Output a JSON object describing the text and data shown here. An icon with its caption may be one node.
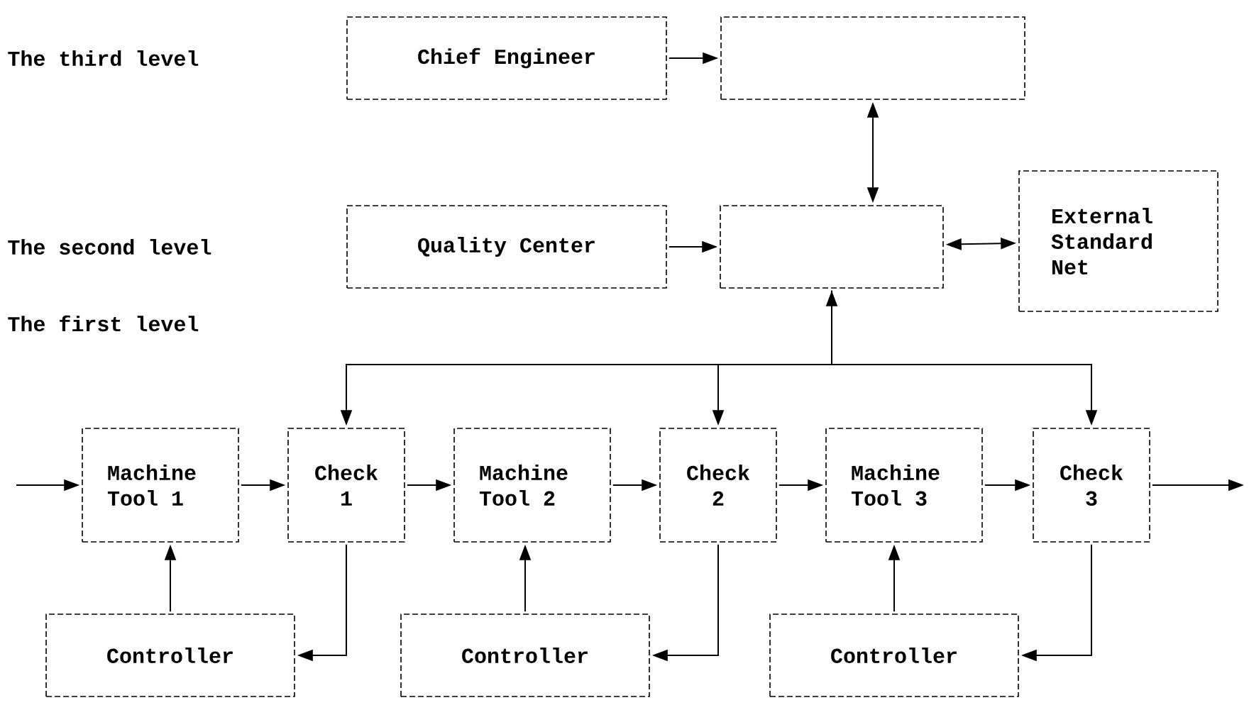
{
  "diagram": {
    "nodes": [
      {
        "text": [
          "Chief Engineer"
        ]
      },
      {
        "text": [],
        "shape": "box"
      },
      {
        "text": [
          "Quality Center"
        ]
      },
      {
        "text": [],
        "shape": "box"
      },
      {
        "text": [
          "External Standard Net"
        ]
      },
      {
        "text": [
          "Machine Tool 1"
        ]
      },
      {
        "text": [
          "Check 1"
        ]
      },
      {
        "text": [
          "Machine Tool 2"
        ]
      },
      {
        "text": [
          "Check 2"
        ]
      },
      {
        "text": [
          "Machine Tool 3"
        ]
      },
      {
        "text": [
          "Check 3"
        ]
      },
      {
        "text": [
          "Controller"
        ]
      },
      {
        "text": [
          "Controller"
        ]
      },
      {
        "text": [
          "Controller"
        ]
      }
    ],
    "edges": [
      {
        "from": 0,
        "to": 1,
        "arrow": "to"
      },
      {
        "from": 1,
        "to": 3,
        "arrow": "both"
      },
      {
        "from": 2,
        "to": 3,
        "arrow": "to"
      },
      {
        "from": 4,
        "to": 3,
        "arrow": "both"
      },
      {
        "from": 3,
        "to": 6,
        "arrow": "both"
      },
      {
        "from": 3,
        "to": 8,
        "arrow": "to"
      },
      {
        "from": 3,
        "to": 10,
        "arrow": "to"
      },
      {
        "from": null,
        "to": 5,
        "arrow": "to"
      },
      {
        "from": 5,
        "to": 6,
        "arrow": "to"
      },
      {
        "from": 6,
        "to": 7,
        "arrow": "to"
      },
      {
        "from": 7,
        "to": 8,
        "arrow": "to"
      },
      {
        "from": 8,
        "to": 9,
        "arrow": "to"
      },
      {
        "from": 9,
        "to": 10,
        "arrow": "to"
      },
      {
        "from": 10,
        "to": null,
        "arrow": "to"
      },
      {
        "from": 11,
        "to": 5,
        "arrow": "to"
      },
      {
        "from": 6,
        "to": 11,
        "arrow": "to"
      },
      {
        "from": 12,
        "to": 7,
        "arrow": "to"
      },
      {
        "from": 8,
        "to": 12,
        "arrow": "to"
      },
      {
        "from": 13,
        "to": 9,
        "arrow": "to"
      },
      {
        "from": 10,
        "to": 13,
        "arrow": "to"
      }
    ],
    "labels": [
      "The third level",
      "The second level",
      "The first level"
    ]
  }
}
